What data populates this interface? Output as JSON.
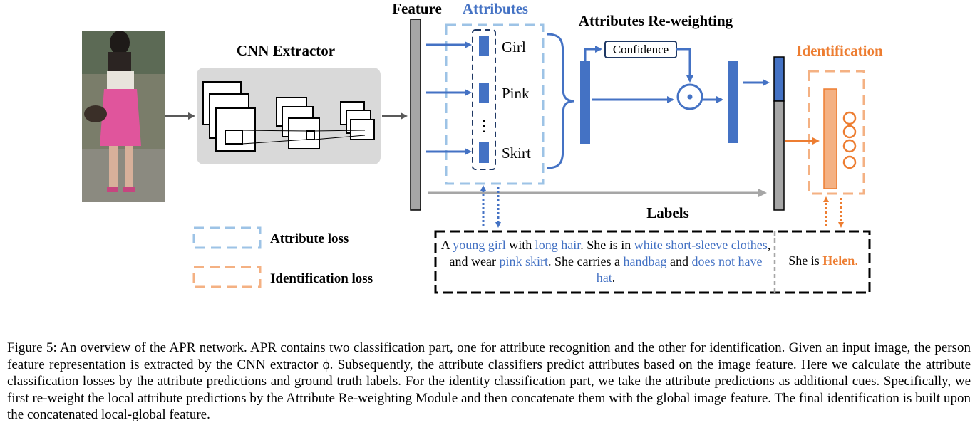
{
  "figure": {
    "labels": {
      "feature": "Feature",
      "attributes": "Attributes",
      "cnn_extractor": "CNN Extractor",
      "reweighting": "Attributes Re-weighting",
      "confidence": "Confidence",
      "identification": "Identification",
      "labels": "Labels",
      "vertical_dots": "⋮"
    },
    "attributes": [
      "Girl",
      "Pink",
      "Skirt"
    ],
    "legend": {
      "attribute_loss": "Attribute loss",
      "identification_loss": "Identification loss"
    },
    "description": {
      "parts": [
        {
          "text": "A ",
          "highlight": false
        },
        {
          "text": "young girl",
          "highlight": true
        },
        {
          "text": " with ",
          "highlight": false
        },
        {
          "text": "long hair",
          "highlight": true
        },
        {
          "text": ". She is in ",
          "highlight": false
        },
        {
          "text": "white short-sleeve clothes",
          "highlight": true
        },
        {
          "text": ",  and wear ",
          "highlight": false
        },
        {
          "text": "pink skirt",
          "highlight": true
        },
        {
          "text": ". She carries a ",
          "highlight": false
        },
        {
          "text": "handbag",
          "highlight": true
        },
        {
          "text": " and ",
          "highlight": false
        },
        {
          "text": "does not have hat",
          "highlight": true
        },
        {
          "text": ".",
          "highlight": false
        }
      ],
      "identity_prefix": "She is ",
      "identity_name": "Helen",
      "identity_suffix": "."
    },
    "colors": {
      "blue": "#4472c4",
      "light_blue": "#9dc3e6",
      "orange": "#ed7d31",
      "light_orange": "#f4b183",
      "gray": "#a6a6a6"
    }
  },
  "caption": {
    "text": "Figure 5: An overview of the APR network. APR contains two classification part, one for attribute recognition and the other for identification. Given an input image, the person feature representation is extracted by the CNN extractor ϕ. Subsequently, the attribute classifiers predict attributes based on the image feature. Here we calculate the attribute classification losses by the attribute predictions and ground truth labels. For the identity classification part, we take the attribute predictions as additional cues. Specifically, we first re-weight the local attribute predictions by the Attribute Re-weighting Module and then concatenate them with the global image feature. The final identification is built upon the concatenated local-global feature."
  }
}
